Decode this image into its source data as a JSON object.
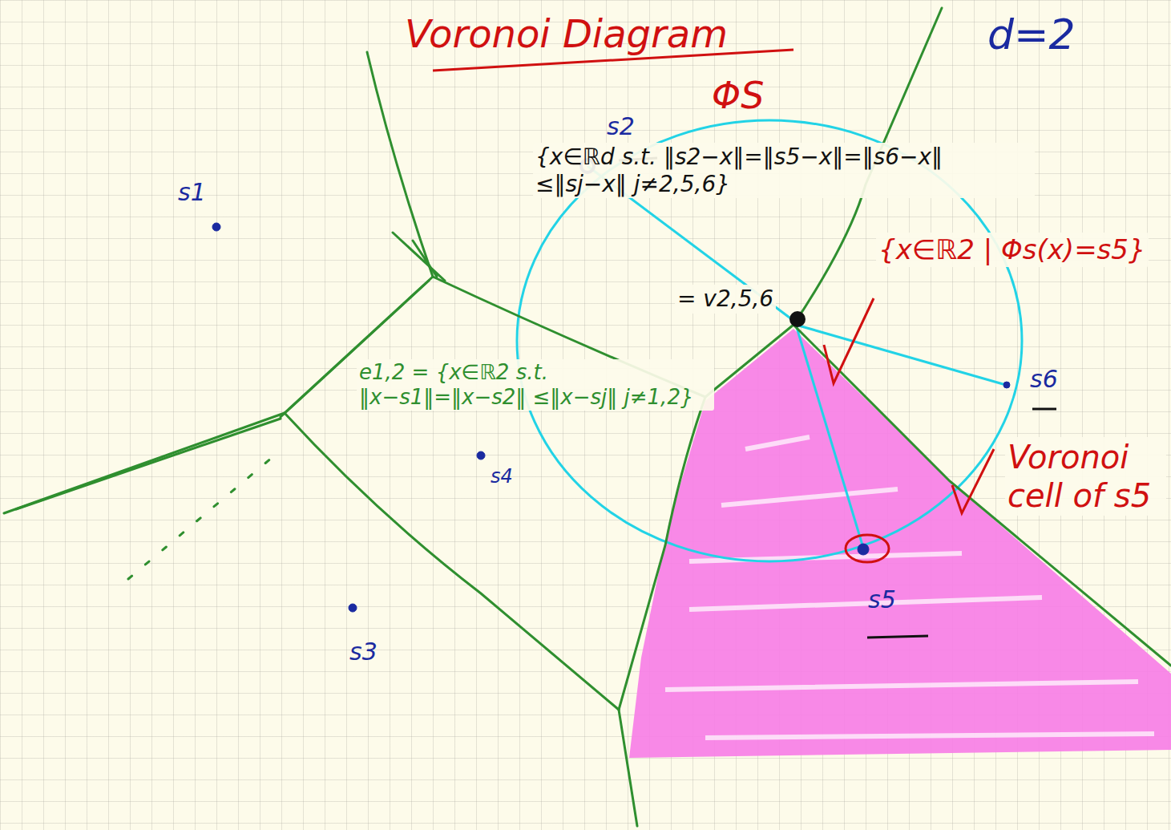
{
  "diagram": {
    "title": "Voronoi Diagram",
    "labels": [
      "ΦS",
      "d=2",
      "s1",
      "s2",
      "s3",
      "s4",
      "s5",
      "s6",
      "{x∈ℝd s.t. ‖s2−x‖=‖s5−x‖=‖s6−x‖ ≤‖sj−x‖ j≠2,5,6}",
      "= v2,5,6",
      "{x∈ℝ2 | Φs(x)=s5}",
      "e1,2 = {x∈ℝ2 s.t. ‖x−s1‖=‖x−s2‖ ≤‖x−sj‖ j≠1,2}",
      "Voronoi cell of s5"
    ]
  }
}
